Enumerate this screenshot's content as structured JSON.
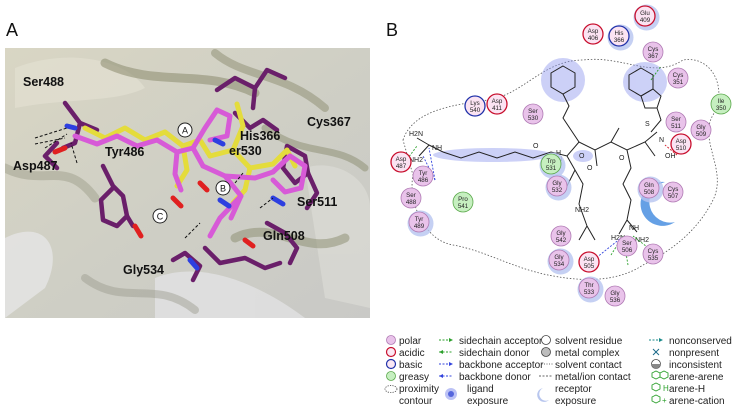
{
  "panel_a": {
    "label": "A",
    "residues": [
      {
        "id": "ser488",
        "text": "Ser488"
      },
      {
        "id": "asp487",
        "text": "Asp487"
      },
      {
        "id": "tyr486",
        "text": "Tyr486"
      },
      {
        "id": "his366",
        "text": "His366"
      },
      {
        "id": "cys367",
        "text": "Cys367"
      },
      {
        "id": "ser530",
        "text": "er530"
      },
      {
        "id": "ser511",
        "text": "Ser511"
      },
      {
        "id": "gln508",
        "text": "Gln508"
      },
      {
        "id": "gly534",
        "text": "Gly534"
      }
    ],
    "markers": [
      "A",
      "B",
      "C"
    ]
  },
  "panel_b": {
    "label": "B",
    "residues": [
      {
        "l1": "Glu",
        "l2": "409",
        "type": "acidic",
        "exp": true
      },
      {
        "l1": "Asp",
        "l2": "406",
        "type": "acidic",
        "exp": false
      },
      {
        "l1": "His",
        "l2": "366",
        "type": "basic",
        "exp": true
      },
      {
        "l1": "Cys",
        "l2": "367",
        "type": "polar",
        "exp": false
      },
      {
        "l1": "Cys",
        "l2": "351",
        "type": "polar",
        "exp": false
      },
      {
        "l1": "Ile",
        "l2": "350",
        "type": "greasy",
        "exp": false
      },
      {
        "l1": "Lys",
        "l2": "540",
        "type": "basic",
        "exp": false
      },
      {
        "l1": "Asp",
        "l2": "411",
        "type": "acidic",
        "exp": false
      },
      {
        "l1": "Ser",
        "l2": "530",
        "type": "polar",
        "exp": false
      },
      {
        "l1": "Ser",
        "l2": "511",
        "type": "polar",
        "exp": false
      },
      {
        "l1": "Asp",
        "l2": "510",
        "type": "acidic",
        "exp": false
      },
      {
        "l1": "Gly",
        "l2": "509",
        "type": "polar",
        "exp": false
      },
      {
        "l1": "Asp",
        "l2": "487",
        "type": "acidic",
        "exp": false
      },
      {
        "l1": "Tyr",
        "l2": "486",
        "type": "polar",
        "exp": false
      },
      {
        "l1": "Ser",
        "l2": "488",
        "type": "polar",
        "exp": false
      },
      {
        "l1": "Tyr",
        "l2": "489",
        "type": "polar",
        "exp": true
      },
      {
        "l1": "Pro",
        "l2": "541",
        "type": "greasy",
        "exp": false
      },
      {
        "l1": "Trp",
        "l2": "531",
        "type": "greasy",
        "exp": true
      },
      {
        "l1": "Gly",
        "l2": "532",
        "type": "polar",
        "exp": true
      },
      {
        "l1": "Gln",
        "l2": "508",
        "type": "polar",
        "exp": true
      },
      {
        "l1": "Cys",
        "l2": "507",
        "type": "polar",
        "exp": false
      },
      {
        "l1": "Gly",
        "l2": "542",
        "type": "polar",
        "exp": false
      },
      {
        "l1": "Gly",
        "l2": "534",
        "type": "polar",
        "exp": true
      },
      {
        "l1": "Asp",
        "l2": "505",
        "type": "acidic",
        "exp": false
      },
      {
        "l1": "Ser",
        "l2": "506",
        "type": "polar",
        "exp": false
      },
      {
        "l1": "Cys",
        "l2": "535",
        "type": "polar",
        "exp": false
      },
      {
        "l1": "Thr",
        "l2": "533",
        "type": "polar",
        "exp": true
      },
      {
        "l1": "Gly",
        "l2": "536",
        "type": "polar",
        "exp": false
      }
    ],
    "atoms": [
      "H2N",
      "NH",
      "NH2",
      "O",
      "N",
      "H",
      "NH2",
      "O",
      "S",
      "N",
      "OH",
      "H2N",
      "NH",
      "NH2",
      "O",
      "O"
    ]
  },
  "legend": {
    "col1": [
      {
        "text": "polar",
        "icon": "polar-circle-icon"
      },
      {
        "text": "acidic",
        "icon": "acidic-circle-icon"
      },
      {
        "text": "basic",
        "icon": "basic-circle-icon"
      },
      {
        "text": "greasy",
        "icon": "greasy-circle-icon"
      },
      {
        "text": "proximity",
        "icon": "proximity-contour-icon"
      },
      {
        "text": "contour",
        "icon": ""
      }
    ],
    "col2": [
      {
        "text": "sidechain acceptor",
        "icon": "sidechain-acceptor-arrow-icon"
      },
      {
        "text": "sidechain donor",
        "icon": "sidechain-donor-arrow-icon"
      },
      {
        "text": "backbone acceptor",
        "icon": "backbone-acceptor-arrow-icon"
      },
      {
        "text": "backbone donor",
        "icon": "backbone-donor-arrow-icon"
      },
      {
        "text": "ligand",
        "icon": "ligand-exposure-icon"
      },
      {
        "text": "exposure",
        "icon": ""
      }
    ],
    "col3": [
      {
        "text": "solvent residue",
        "icon": "solvent-residue-icon"
      },
      {
        "text": "metal complex",
        "icon": "metal-complex-icon"
      },
      {
        "text": "solvent contact",
        "icon": "solvent-contact-line-icon"
      },
      {
        "text": "metal/ion contact",
        "icon": "metal-ion-contact-line-icon"
      },
      {
        "text": "receptor",
        "icon": "receptor-exposure-icon"
      },
      {
        "text": "exposure",
        "icon": ""
      }
    ],
    "col4": [
      {
        "text": "nonconserved",
        "icon": "nonconserved-arrow-icon"
      },
      {
        "text": "nonpresent",
        "icon": "nonpresent-cross-icon"
      },
      {
        "text": "inconsistent",
        "icon": "inconsistent-icon"
      },
      {
        "text": "arene-arene",
        "icon": "arene-arene-icon"
      },
      {
        "text": "arene-H",
        "icon": "arene-h-icon"
      },
      {
        "text": "arene-cation",
        "icon": "arene-cation-icon"
      }
    ]
  },
  "colors": {
    "polar_fill": "#e9c3ea",
    "polar_stroke": "#b07ab4",
    "acidic_stroke": "#c8102e",
    "basic_stroke": "#2233aa",
    "greasy_fill": "#c6efc0",
    "greasy_stroke": "#5aa84a",
    "exposure": "#9aa6ee",
    "ligand_carbon": "#e066e0",
    "ref_carbon": "#e8e040",
    "protein_carbon": "#6a1f6a",
    "hbond": "#2ca02c"
  }
}
